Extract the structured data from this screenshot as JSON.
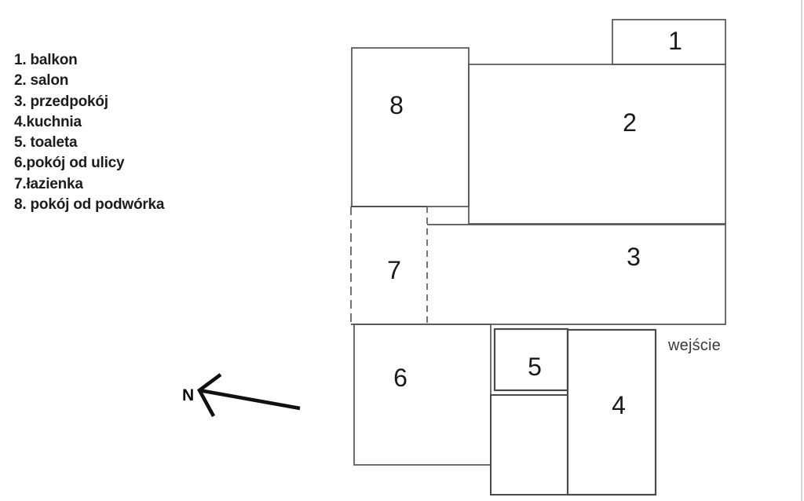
{
  "legend": {
    "items": [
      "1. balkon",
      "2. salon",
      "3. przedpokój",
      "4.kuchnia",
      "5. toaleta",
      "6.pokój od ulicy",
      "7.łazienka",
      "8. pokój od podwórka"
    ]
  },
  "plan": {
    "room_numbers": {
      "balkon": "1",
      "salon": "2",
      "przedpokoj": "3",
      "kuchnia": "4",
      "toaleta": "5",
      "pokoj_od_ulicy": "6",
      "lazienka": "7",
      "pokoj_od_podworka": "8"
    },
    "entrance_label": "wejście",
    "compass_label": "N"
  },
  "colors": {
    "wall_line": "#545454",
    "small_room_line": "#4a4a4a",
    "text": "#1c1c1c",
    "arrow": "#111111",
    "page_border": "#c9c9c9"
  }
}
